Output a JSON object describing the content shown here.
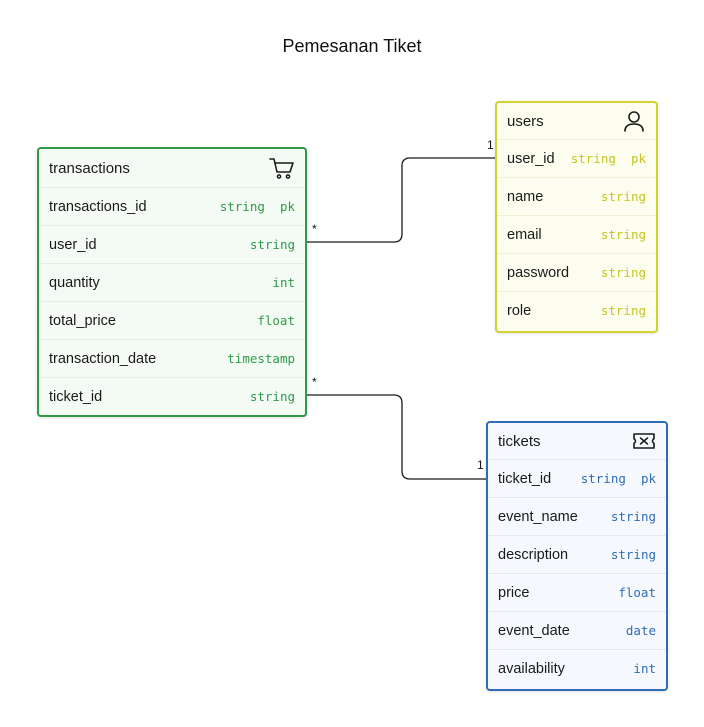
{
  "diagram": {
    "title": "Pemesanan Tiket",
    "entities": {
      "transactions": {
        "name": "transactions",
        "icon": "cart-icon",
        "fields": [
          {
            "name": "transactions_id",
            "type": "string  pk"
          },
          {
            "name": "user_id",
            "type": "string"
          },
          {
            "name": "quantity",
            "type": "int"
          },
          {
            "name": "total_price",
            "type": "float"
          },
          {
            "name": "transaction_date",
            "type": "timestamp"
          },
          {
            "name": "ticket_id",
            "type": "string"
          }
        ]
      },
      "users": {
        "name": "users",
        "icon": "user-icon",
        "fields": [
          {
            "name": "user_id",
            "type": "string  pk"
          },
          {
            "name": "name",
            "type": "string"
          },
          {
            "name": "email",
            "type": "string"
          },
          {
            "name": "password",
            "type": "string"
          },
          {
            "name": "role",
            "type": "string"
          }
        ]
      },
      "tickets": {
        "name": "tickets",
        "icon": "ticket-icon",
        "fields": [
          {
            "name": "ticket_id",
            "type": "string  pk"
          },
          {
            "name": "event_name",
            "type": "string"
          },
          {
            "name": "description",
            "type": "string"
          },
          {
            "name": "price",
            "type": "float"
          },
          {
            "name": "event_date",
            "type": "date"
          },
          {
            "name": "availability",
            "type": "int"
          }
        ]
      }
    },
    "relations": [
      {
        "from": "transactions.user_id",
        "to": "users.user_id",
        "from_card": "*",
        "to_card": "1"
      },
      {
        "from": "transactions.ticket_id",
        "to": "tickets.ticket_id",
        "from_card": "*",
        "to_card": "1"
      }
    ],
    "colors": {
      "transactions": "#2f9a4a",
      "users": "#d2d231",
      "tickets": "#2f6cb6"
    }
  }
}
